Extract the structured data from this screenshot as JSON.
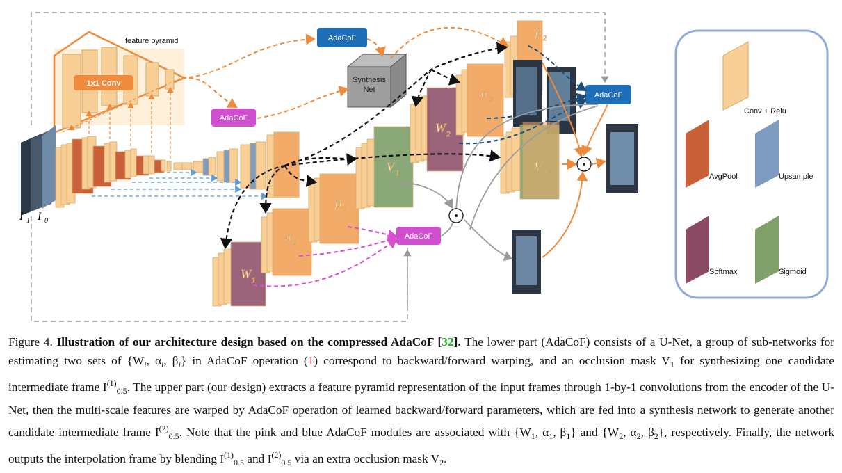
{
  "labels": {
    "feature_pyramid": "feature pyramid",
    "conv1x1": "1x1 Conv",
    "adacof": "AdaCoF",
    "synthesis": "Synthesis",
    "net": "Net",
    "I1": "I",
    "I1_sub": "1",
    "I0": "I",
    "I0_sub": "0",
    "W1": "W",
    "W1_sub": "1",
    "alpha1": "α",
    "alpha1_sub": "1",
    "beta1": "β",
    "beta1_sub": "1",
    "V1": "V",
    "V1_sub": "1",
    "W2": "W",
    "W2_sub": "2",
    "alpha2": "α",
    "alpha2_sub": "2",
    "beta2": "β",
    "beta2_sub": "2",
    "V2": "V",
    "V2_sub": "2",
    "odot": "⊙"
  },
  "legend": {
    "items": [
      {
        "label": "Conv + Relu",
        "color": "#f7c98c"
      },
      {
        "label": "AvgPool",
        "color": "#c9603a"
      },
      {
        "label": "Upsample",
        "color": "#7e9cbf"
      },
      {
        "label": "Softmax",
        "color": "#8b4a63"
      },
      {
        "label": "Sigmoid",
        "color": "#7fa06a"
      }
    ]
  },
  "colors": {
    "conv": "#f7c98c",
    "avgpool": "#c9603a",
    "upsample": "#7e9cbf",
    "softmax": "#8b4a63",
    "sigmoid": "#7fa06a",
    "orange_arrow": "#ee8a3a",
    "black_arrow": "#111111",
    "pink_arrow": "#d84fd1",
    "blue_dark": "#1b4d7a",
    "blue_light": "#5a9bd5",
    "adacof_blue": "#1e6fb8",
    "adacof_pink": "#cf4fcf",
    "conv_box": "#f08a3c"
  },
  "caption": {
    "prefix": "Figure 4. ",
    "title": "Illustration of our architecture design based on the compressed AdaCoF [",
    "ref32": "32",
    "title_end": "].",
    "p1": " The lower part (AdaCoF) consists of a U-Net, a group of sub-networks for estimating two sets of {W",
    "p1b": ", α",
    "p1c": ", β",
    "p1d": "} in AdaCoF operation (",
    "ref1": "1",
    "p2": ") correspond to backward/forward warping, and an occlusion mask V",
    "p2b": " for synthesizing one candidate intermediate frame I",
    "p2c": ". The upper part (our design) extracts a feature pyramid representation of the input frames through 1-by-1 convolutions from the encoder of the U-Net, then the multi-scale features are warped by AdaCoF operation of learned backward/forward parameters, which are fed into a synthesis network to generate another candidate intermediate frame I",
    "p3": ". Note that the pink and blue AdaCoF modules are associated with {W",
    "p3b": ", α",
    "p3c": ", β",
    "p3d": "} and {W",
    "p3e": ", α",
    "p3f": ", β",
    "p3g": "}, respectively. Finally, the network outputs the interpolation frame by blending I",
    "p3h": " and I",
    "p3i": " via an extra occlusion mask V",
    "p3j": ".",
    "sub_i": "i",
    "sub_1": "1",
    "sub_2": "2",
    "sub_05": "0.5",
    "sup_1": "(1)",
    "sup_2": "(2)"
  }
}
